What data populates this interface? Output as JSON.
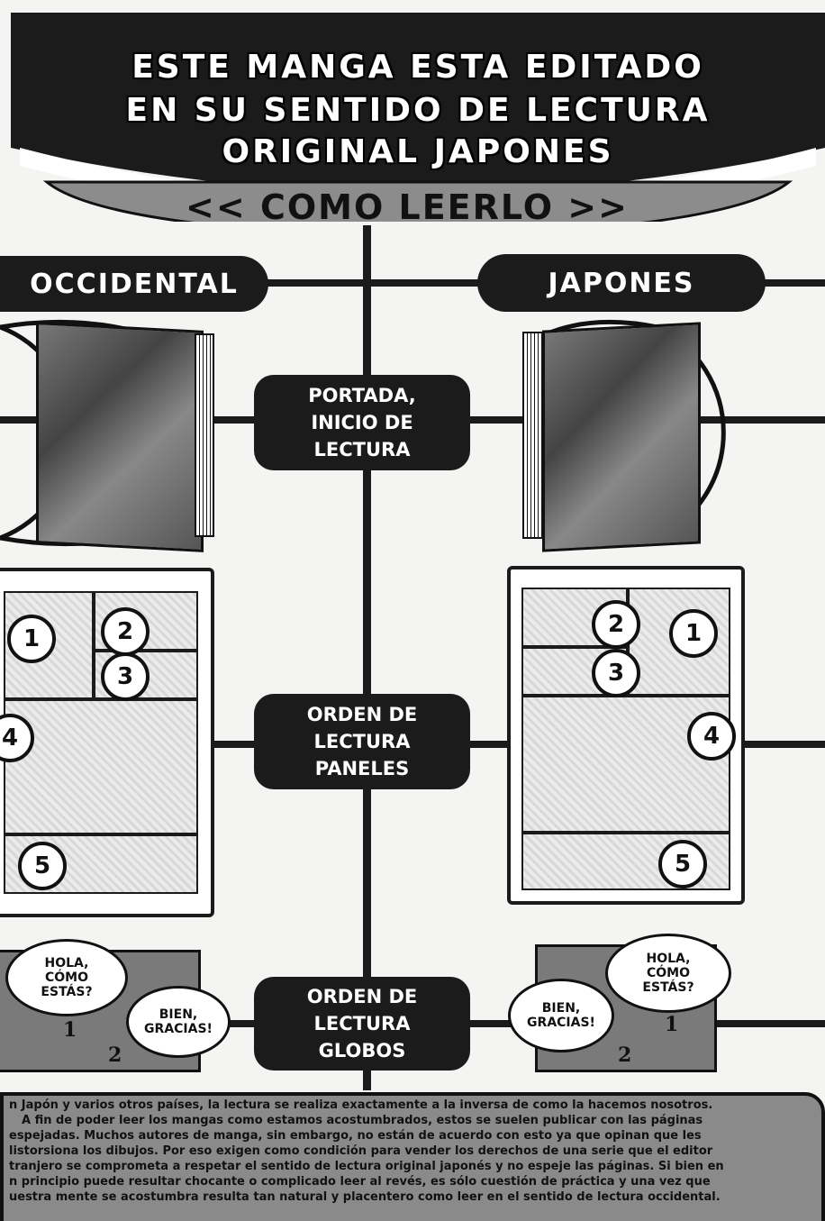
{
  "header": {
    "title_lines": [
      "ESTE MANGA ESTA EDITADO",
      "EN SU SENTIDO DE LECTURA",
      "ORIGINAL JAPONES"
    ],
    "subtitle": "<< COMO LEERLO >>"
  },
  "columns": {
    "left": "OCCIDENTAL",
    "right": "JAPONES"
  },
  "sections": {
    "cover": "PORTADA, INICIO DE LECTURA",
    "panels": "ORDEN DE LECTURA PANELES",
    "balloons": "ORDEN DE LECTURA GLOBOS"
  },
  "panel_numbers": [
    "1",
    "2",
    "3",
    "4",
    "5"
  ],
  "balloons": {
    "first": "HOLA, CÓMO ESTÁS?",
    "second": "BIEN, GRACIAS!",
    "n1": "1",
    "n2": "2"
  },
  "footer_lines": [
    "n Japón y varios otros países, la lectura se realiza exactamente a la inversa de como la hacemos nosotros.",
    "A fin de poder leer los mangas como estamos acostumbrados, estos se suelen publicar con las páginas",
    "espejadas. Muchos autores de manga, sin embargo, no están de acuerdo con esto ya que opinan que les",
    "listorsiona los dibujos. Por eso exigen como condición para vender los derechos de una serie que el editor",
    "tranjero se comprometa a respetar el sentido de lectura original japonés y no espeje las páginas. Si bien en",
    "n principio puede resultar chocante o complicado leer al revés, es sólo cuestión de práctica y una vez que",
    "uestra mente se acostumbra resulta tan natural y placentero como leer en el sentido de lectura occidental."
  ]
}
